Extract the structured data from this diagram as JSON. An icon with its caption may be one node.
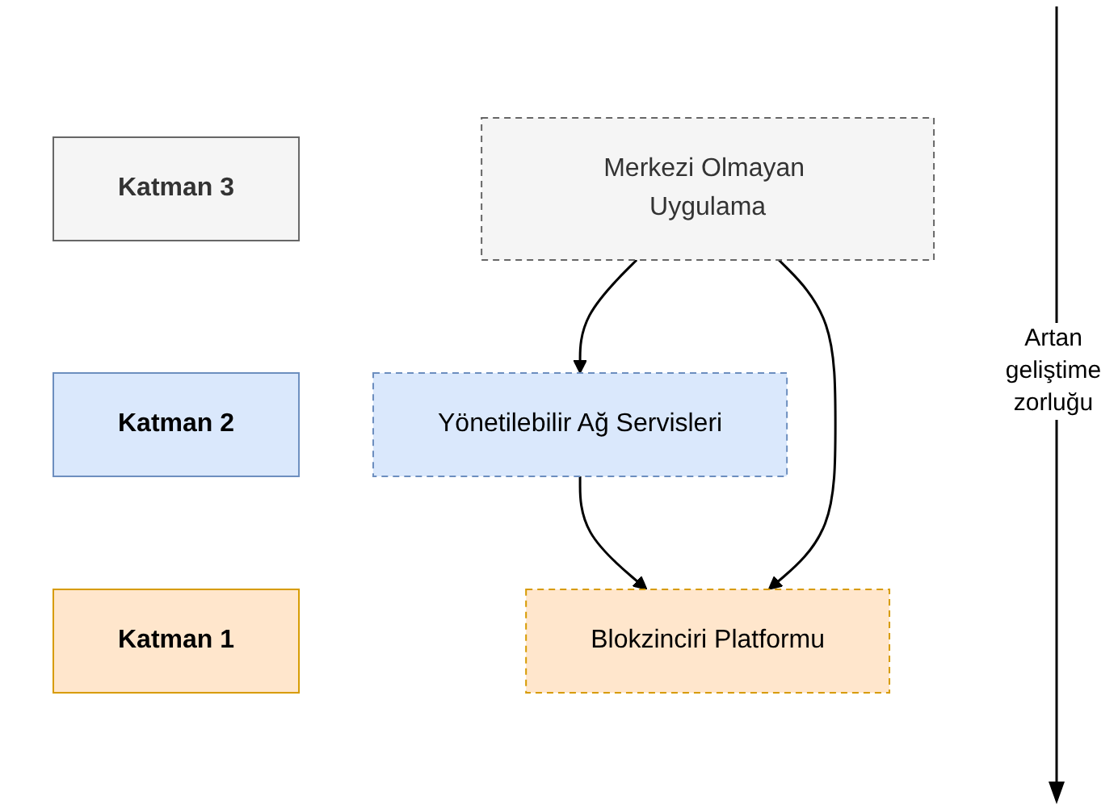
{
  "diagram": {
    "nodes": [
      {
        "text": [
          "Katman 3"
        ]
      },
      {
        "text": [
          "Merkezi Olmayan Uygulama"
        ]
      },
      {
        "text": [
          "Katman 2"
        ]
      },
      {
        "text": [
          "Yönetilebilir Ağ Servisleri"
        ]
      },
      {
        "text": [
          "Katman 1"
        ]
      },
      {
        "text": [
          "Blokzinciri Platformu"
        ]
      }
    ],
    "edges": [
      {
        "from": 1,
        "to": 3,
        "arrow": "to"
      },
      {
        "from": 3,
        "to": 5,
        "arrow": "to"
      },
      {
        "from": 1,
        "to": 5,
        "arrow": "to"
      }
    ],
    "labels": [
      "Artan geliştime zorluğu"
    ]
  }
}
